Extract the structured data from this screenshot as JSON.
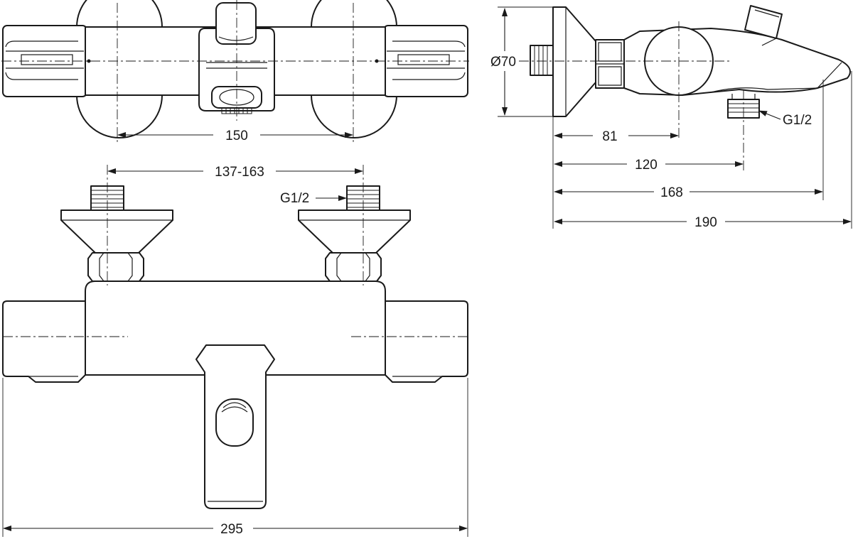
{
  "dimensions": {
    "top_view_width": "150",
    "inlet_spacing": "137-163",
    "inlet_thread_front": "G1/2",
    "overall_width": "295",
    "rosette_diameter": "Ø70",
    "side_81": "81",
    "side_120": "120",
    "side_168": "168",
    "side_190": "190",
    "outlet_thread_side": "G1/2"
  }
}
